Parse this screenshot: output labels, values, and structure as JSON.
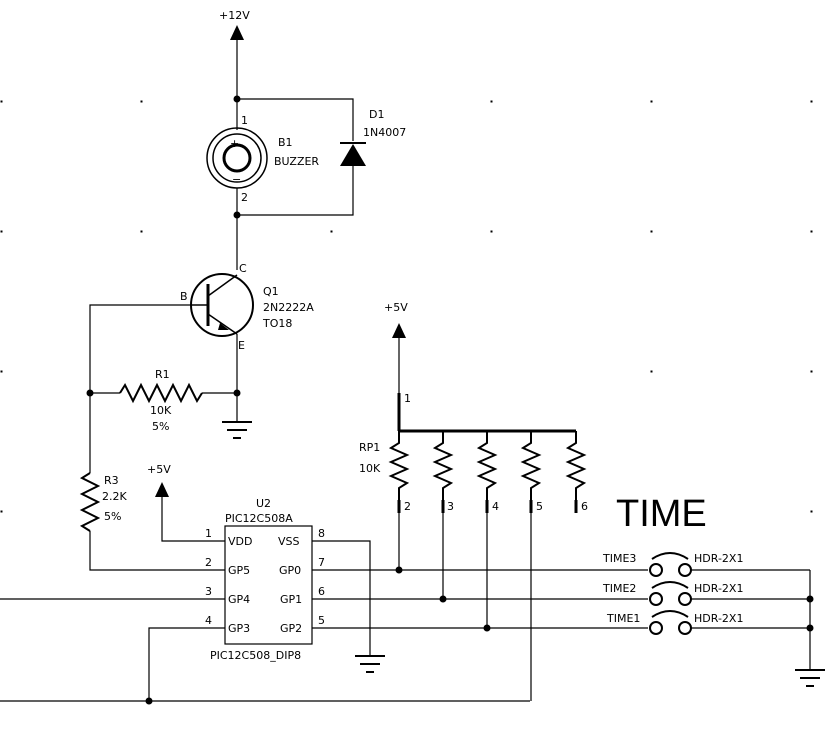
{
  "power": {
    "v12_top": "+12V",
    "v5_rp1": "+5V",
    "v5_u2": "+5V"
  },
  "b1": {
    "ref": "B1",
    "value": "BUZZER",
    "pin1": "1",
    "pin2": "2",
    "plus": "+",
    "minus": "−"
  },
  "d1": {
    "ref": "D1",
    "value": "1N4007"
  },
  "q1": {
    "ref": "Q1",
    "value": "2N2222A",
    "package": "TO18",
    "c": "C",
    "b": "B",
    "e": "E"
  },
  "r1": {
    "ref": "R1",
    "value": "10K",
    "tol": "5%"
  },
  "r3": {
    "ref": "R3",
    "value": "2.2K",
    "tol": "5%"
  },
  "rp1": {
    "ref": "RP1",
    "value": "10K",
    "pins": [
      "1",
      "2",
      "3",
      "4",
      "5",
      "6"
    ]
  },
  "u2": {
    "ref": "U2",
    "value": "PIC12C508A",
    "footprint": "PIC12C508_DIP8",
    "left_pins": [
      {
        "num": "1",
        "name": "VDD"
      },
      {
        "num": "2",
        "name": "GP5"
      },
      {
        "num": "3",
        "name": "GP4"
      },
      {
        "num": "4",
        "name": "GP3"
      }
    ],
    "right_pins": [
      {
        "num": "8",
        "name": "VSS"
      },
      {
        "num": "7",
        "name": "GP0"
      },
      {
        "num": "6",
        "name": "GP1"
      },
      {
        "num": "5",
        "name": "GP2"
      }
    ]
  },
  "time_block": {
    "title": "TIME",
    "headers": [
      {
        "ref": "TIME3",
        "value": "HDR-2X1"
      },
      {
        "ref": "TIME2",
        "value": "HDR-2X1"
      },
      {
        "ref": "TIME1",
        "value": "HDR-2X1"
      }
    ]
  }
}
